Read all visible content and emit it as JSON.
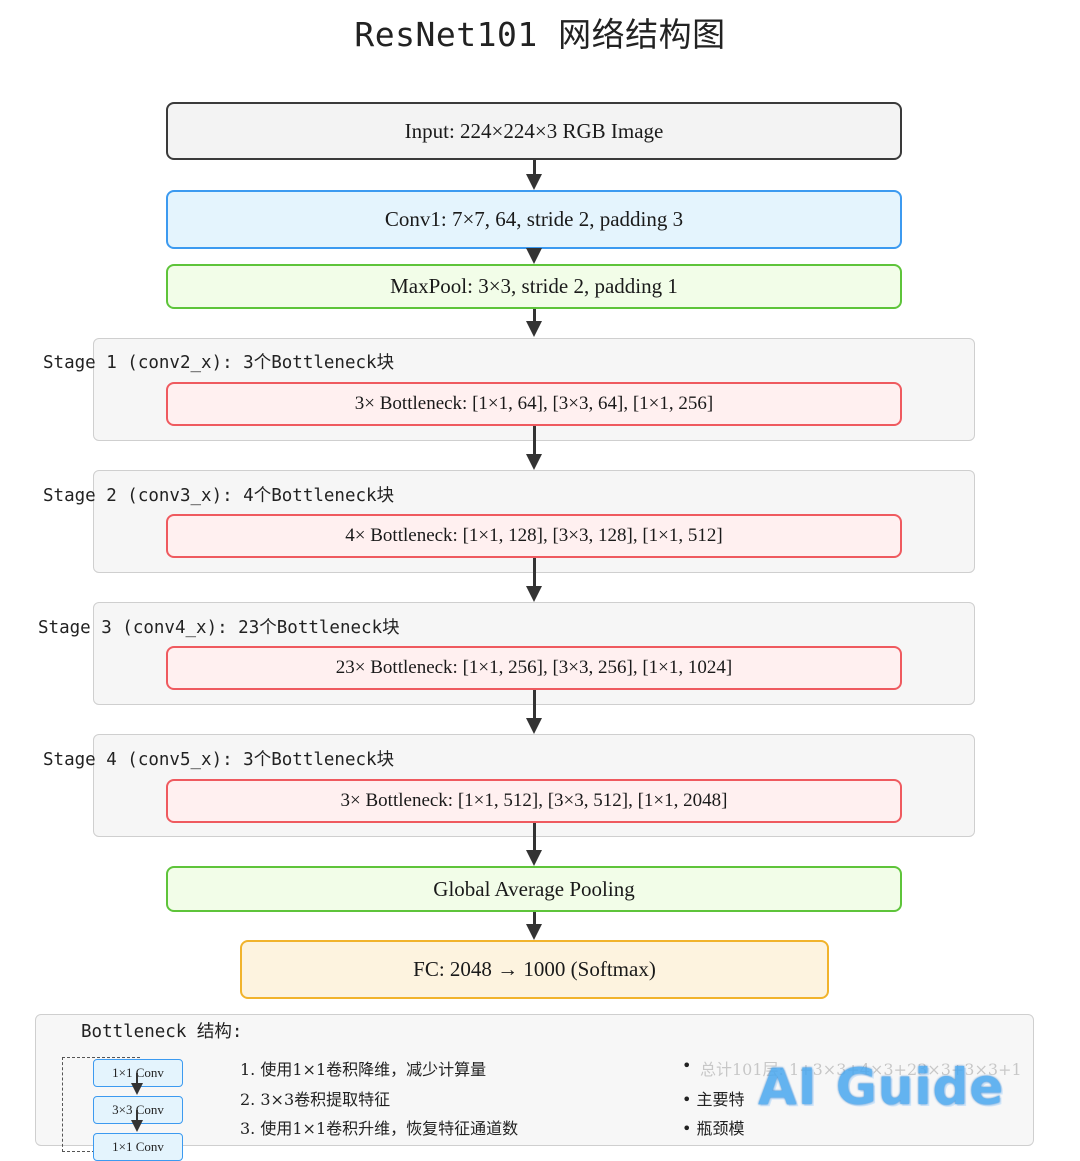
{
  "title": "ResNet101 网络结构图",
  "input": "Input: 224×224×3 RGB Image",
  "conv1": "Conv1: 7×7, 64, stride 2, padding 3",
  "maxpool": "MaxPool: 3×3, stride 2, padding 1",
  "stages": [
    {
      "label": "Stage 1 (conv2_x): 3个Bottleneck块",
      "block": "3× Bottleneck: [1×1, 64], [3×3, 64], [1×1, 256]"
    },
    {
      "label": "Stage 2 (conv3_x): 4个Bottleneck块",
      "block": "4× Bottleneck: [1×1, 128], [3×3, 128], [1×1, 512]"
    },
    {
      "label": "Stage 3 (conv4_x): 23个Bottleneck块",
      "block": "23× Bottleneck: [1×1, 256], [3×3, 256], [1×1, 1024]"
    },
    {
      "label": "Stage 4 (conv5_x): 3个Bottleneck块",
      "block": "3× Bottleneck: [1×1, 512], [3×3, 512], [1×1, 2048]"
    }
  ],
  "gap": "Global Average Pooling",
  "fc": "FC: 2048 → 1000 (Softmax)",
  "legend": {
    "title": "Bottleneck 结构:",
    "mini_blocks": [
      "1×1 Conv",
      "3×3 Conv",
      "1×1 Conv"
    ],
    "steps": [
      "1. 使用1×1卷积降维，减少计算量",
      "2. 3×3卷积提取特征",
      "3. 使用1×1卷积升维，恢复特征通道数"
    ],
    "bullets": [
      "•",
      "• 主要特",
      "• 瓶颈模"
    ],
    "faded_bullet": "总计101层: 1+3×3+4×3+23×3+3×3+1"
  },
  "watermark": {
    "text": "AI Guide"
  },
  "colors": {
    "input_border": "#3a3a3a",
    "conv_border": "#3c9af0",
    "green_border": "#5ec43a",
    "red_border": "#ef5a5f",
    "fc_border": "#f1b32c"
  }
}
